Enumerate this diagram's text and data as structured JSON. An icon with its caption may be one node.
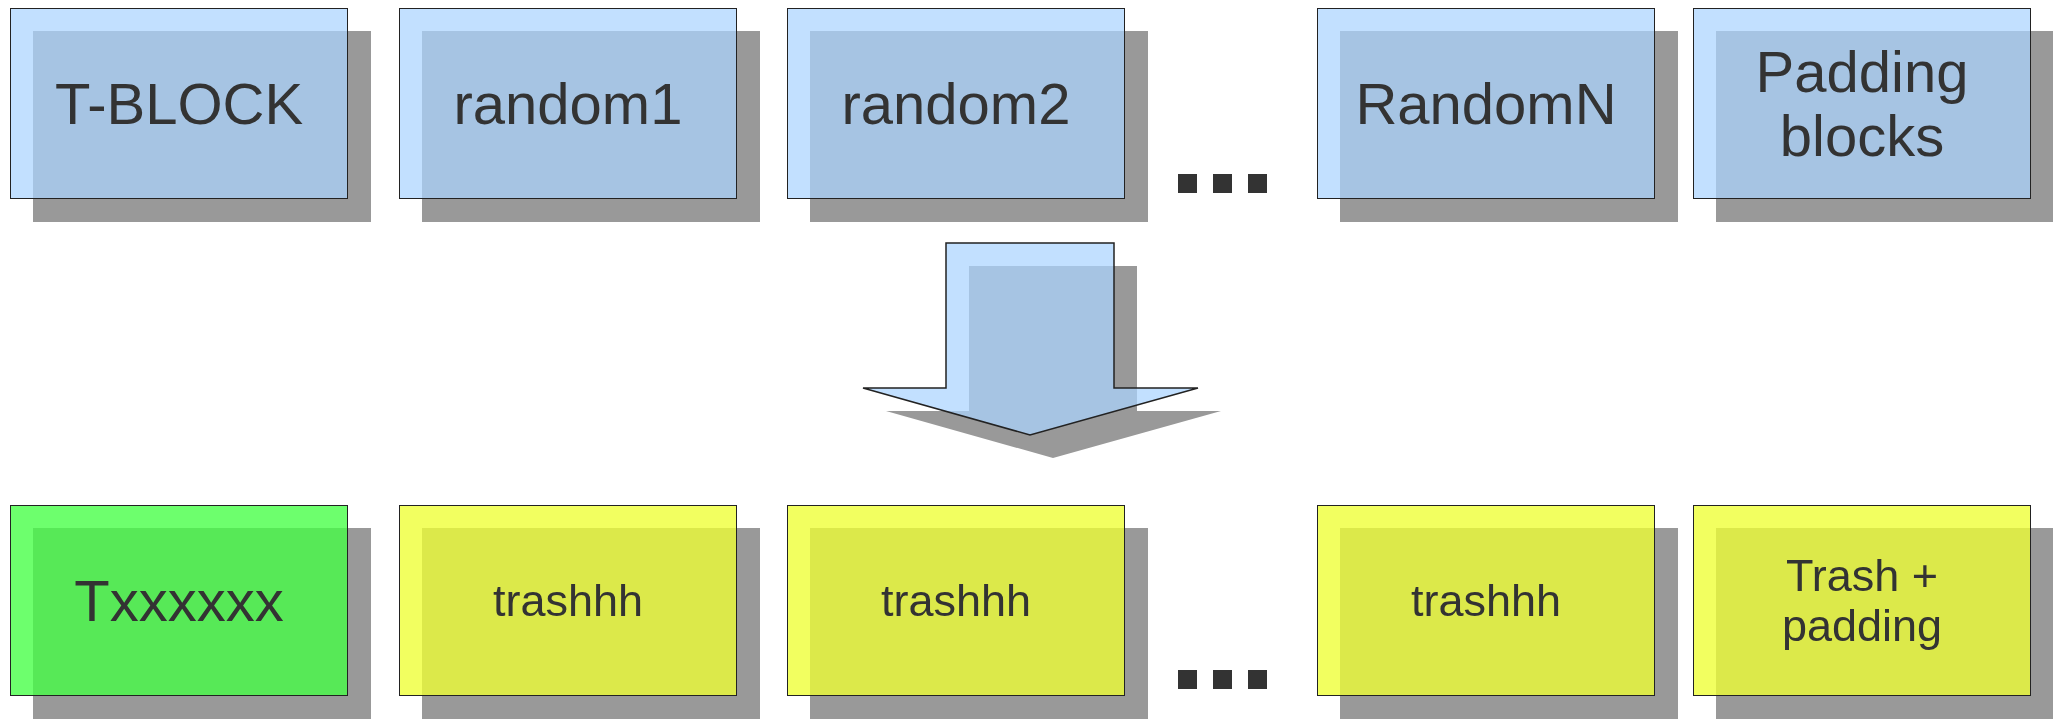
{
  "diagram": {
    "nodes": [
      {
        "text": [
          "T-BLOCK"
        ]
      },
      {
        "text": [
          "random1"
        ]
      },
      {
        "text": [
          "random2"
        ]
      },
      {
        "text": [
          "RandomN"
        ]
      },
      {
        "text": [
          "Padding blocks"
        ]
      },
      {
        "text": [
          "Txxxxxx"
        ]
      },
      {
        "text": [
          "trashhh"
        ]
      },
      {
        "text": [
          "trashhh"
        ]
      },
      {
        "text": [
          "trashhh"
        ]
      },
      {
        "text": [
          "Trash + padding"
        ]
      }
    ]
  }
}
